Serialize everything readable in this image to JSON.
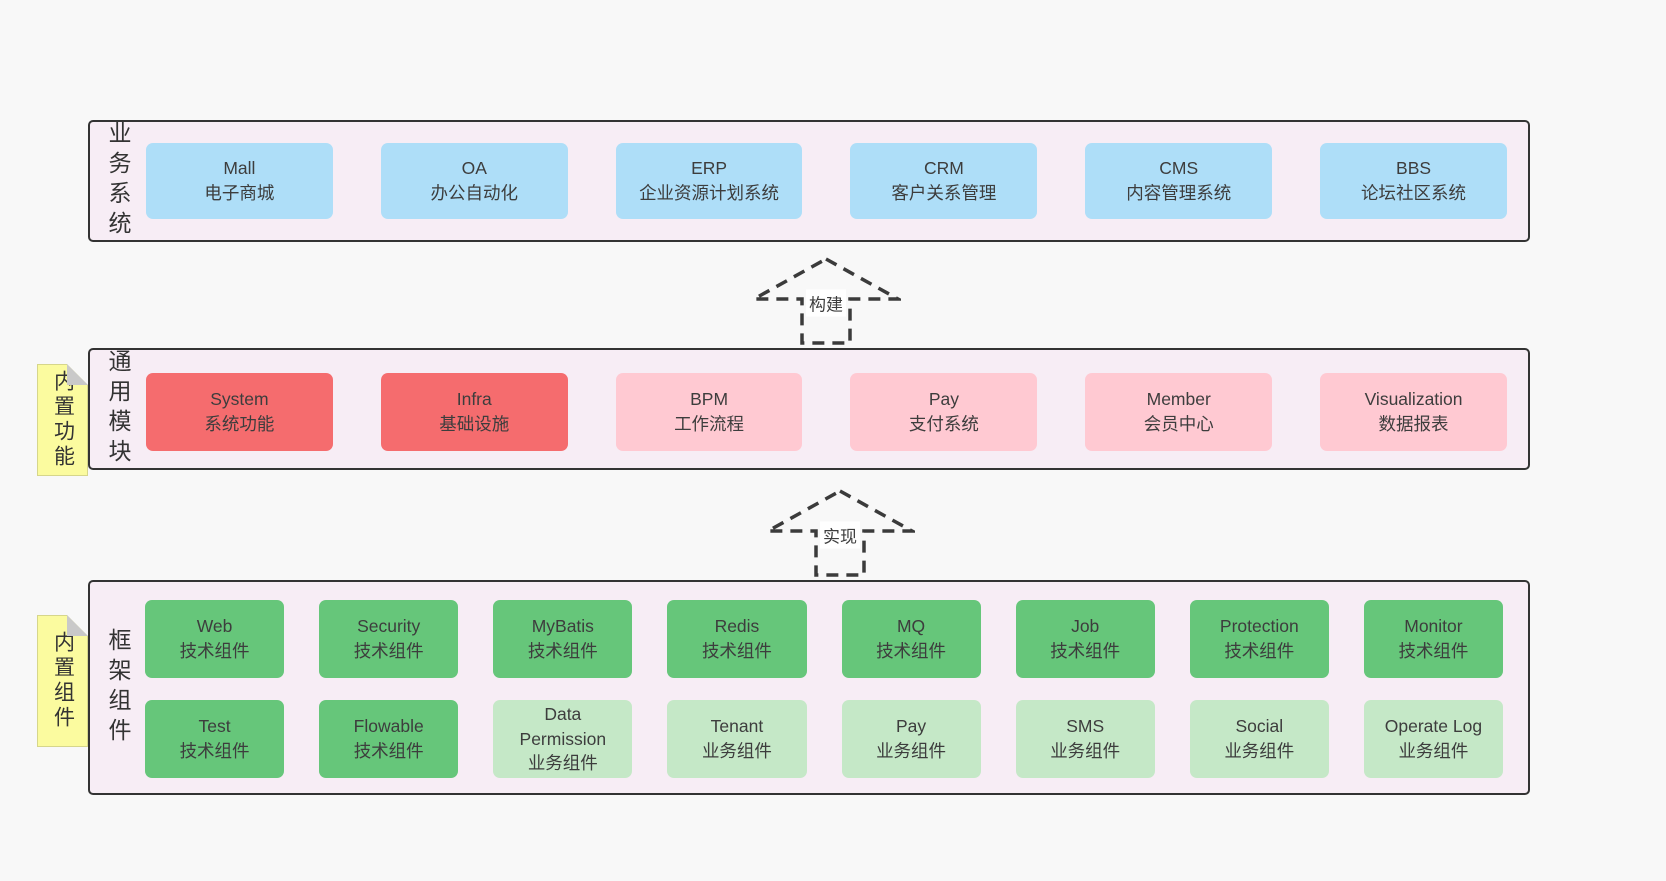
{
  "colors": {
    "page_bg": "#f8f8f8",
    "band_bg": "#f7edf5",
    "band_border": "#333333",
    "blue": "#aedef8",
    "red": "#f56c6e",
    "pink": "#ffc9d2",
    "green_dark": "#66c67a",
    "green_light": "#c5e8c7",
    "note_yellow": "#fbfb9f",
    "note_fold": "#c9c9c9",
    "text": "#3d3d3d"
  },
  "arrows": [
    {
      "label": "构建"
    },
    {
      "label": "实现"
    }
  ],
  "bands": [
    {
      "label": "业务系统",
      "boxes": [
        {
          "title": "Mall",
          "subtitle": "电子商城",
          "variant": "blue"
        },
        {
          "title": "OA",
          "subtitle": "办公自动化",
          "variant": "blue"
        },
        {
          "title": "ERP",
          "subtitle": "企业资源计划系统",
          "variant": "blue"
        },
        {
          "title": "CRM",
          "subtitle": "客户关系管理",
          "variant": "blue"
        },
        {
          "title": "CMS",
          "subtitle": "内容管理系统",
          "variant": "blue"
        },
        {
          "title": "BBS",
          "subtitle": "论坛社区系统",
          "variant": "blue"
        }
      ]
    },
    {
      "label": "通用模块",
      "note": "内置功能",
      "boxes": [
        {
          "title": "System",
          "subtitle": "系统功能",
          "variant": "red"
        },
        {
          "title": "Infra",
          "subtitle": "基础设施",
          "variant": "red"
        },
        {
          "title": "BPM",
          "subtitle": "工作流程",
          "variant": "pink"
        },
        {
          "title": "Pay",
          "subtitle": "支付系统",
          "variant": "pink"
        },
        {
          "title": "Member",
          "subtitle": "会员中心",
          "variant": "pink"
        },
        {
          "title": "Visualization",
          "subtitle": "数据报表",
          "variant": "pink"
        }
      ]
    },
    {
      "label": "框架组件",
      "note": "内置组件",
      "boxes": [
        {
          "title": "Web",
          "subtitle": "技术组件",
          "variant": "green"
        },
        {
          "title": "Security",
          "subtitle": "技术组件",
          "variant": "green"
        },
        {
          "title": "MyBatis",
          "subtitle": "技术组件",
          "variant": "green"
        },
        {
          "title": "Redis",
          "subtitle": "技术组件",
          "variant": "green"
        },
        {
          "title": "MQ",
          "subtitle": "技术组件",
          "variant": "green"
        },
        {
          "title": "Job",
          "subtitle": "技术组件",
          "variant": "green"
        },
        {
          "title": "Protection",
          "subtitle": "技术组件",
          "variant": "green"
        },
        {
          "title": "Monitor",
          "subtitle": "技术组件",
          "variant": "green"
        },
        {
          "title": "Test",
          "subtitle": "技术组件",
          "variant": "green"
        },
        {
          "title": "Flowable",
          "subtitle": "技术组件",
          "variant": "green"
        },
        {
          "title": "Data Permission",
          "subtitle": "业务组件",
          "variant": "green-light"
        },
        {
          "title": "Tenant",
          "subtitle": "业务组件",
          "variant": "green-light"
        },
        {
          "title": "Pay",
          "subtitle": "业务组件",
          "variant": "green-light"
        },
        {
          "title": "SMS",
          "subtitle": "业务组件",
          "variant": "green-light"
        },
        {
          "title": "Social",
          "subtitle": "业务组件",
          "variant": "green-light"
        },
        {
          "title": "Operate Log",
          "subtitle": "业务组件",
          "variant": "green-light"
        }
      ]
    }
  ]
}
